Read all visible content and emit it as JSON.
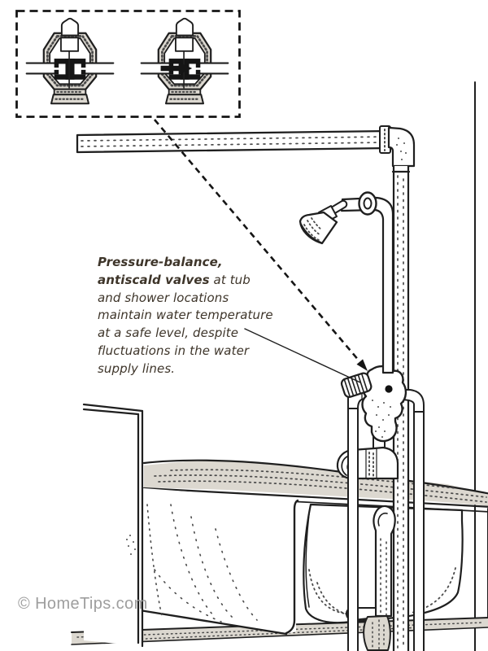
{
  "annotation": {
    "lead": "Pressure-balance, antiscald valves",
    "body": " at tub and shower locations maintain water temperature at a safe level, despite fluctuations in the water supply lines."
  },
  "watermark": "© HomeTips.com",
  "inset": {
    "description": "two pressure-balance valve cross-sections in a dashed callout box",
    "icons": {
      "valve-cross-section-left": "valve cross-section (balanced, no flow arrow)",
      "valve-cross-section-right": "valve cross-section with flow arrow",
      "flow-arrow-glyph": "→"
    }
  },
  "colors": {
    "ink": "#1f1f1f",
    "stipple_fill": "#dcd8d0",
    "stipple_dots": "#4a4a4a",
    "annotation_text": "#3e352a",
    "watermark": "#9e9e9e",
    "paper": "#ffffff"
  }
}
